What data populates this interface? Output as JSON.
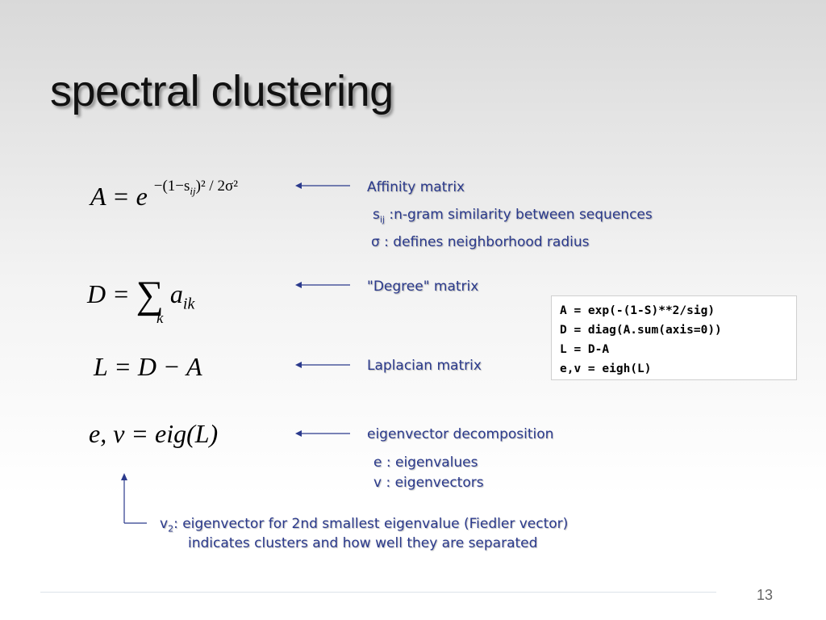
{
  "slide": {
    "title": "spectral clustering",
    "page_number": "13"
  },
  "equations": {
    "affinity_lhs": "A = e",
    "affinity_exp": "−(1−s",
    "affinity_exp_sub": "ij",
    "affinity_exp_rest": ")² / 2σ²",
    "degree_lhs": "D =",
    "degree_sum": "∑",
    "degree_sum_index": "k",
    "degree_term": "a",
    "degree_term_sub": "ik",
    "laplacian": "L = D − A",
    "eig": "e, v = eig(L)"
  },
  "notes": {
    "affinity": "Affinity matrix",
    "sij_symbol": "s",
    "sij_sub": "ij",
    "sij_text": " :n-gram similarity between sequences",
    "sigma": "σ : defines neighborhood radius",
    "degree": "\"Degree\" matrix",
    "laplacian": "Laplacian matrix",
    "eigen": "eigenvector decomposition",
    "eigenvalues": "e : eigenvalues",
    "eigenvectors": "v : eigenvectors",
    "v2_symbol": "v",
    "v2_sub": "2",
    "v2_text": ": eigenvector for 2nd smallest eigenvalue (Fiedler vector)",
    "v2_text2": "indicates clusters and how well they are separated"
  },
  "code": {
    "lines": [
      "A = exp(-(1-S)**2/sig)",
      "D = diag(A.sum(axis=0))",
      "L = D-A",
      "e,v = eigh(L)"
    ]
  },
  "colors": {
    "note_text": "#2b3a8c",
    "arrow": "#2b3a8c"
  }
}
